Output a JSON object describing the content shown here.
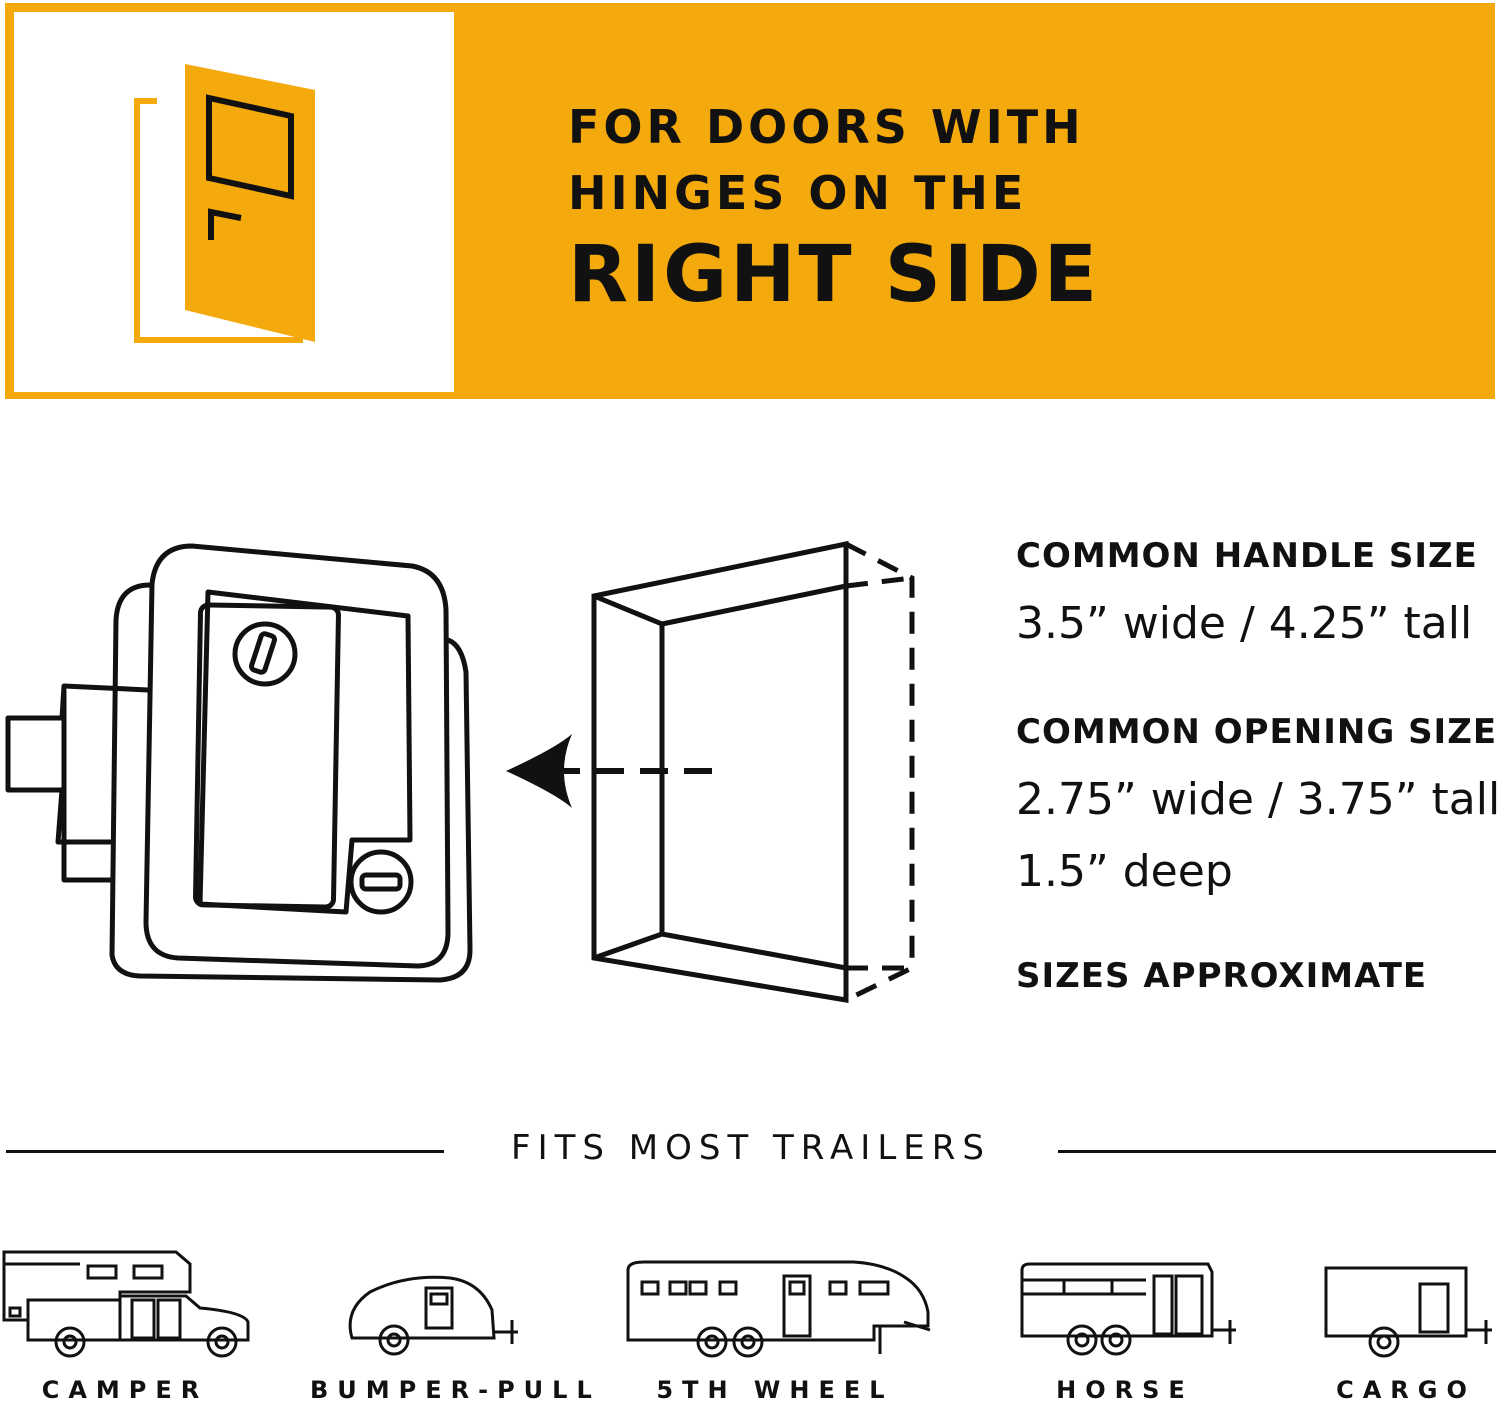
{
  "banner": {
    "line1": "FOR DOORS WITH",
    "line2": "HINGES ON THE",
    "line3": "RIGHT SIDE",
    "accent_color": "#F4A90C",
    "icon": "door-hinge-icon"
  },
  "specs": {
    "handle_heading": "COMMON HANDLE SIZE",
    "handle_value": "3.5” wide / 4.25” tall",
    "opening_heading": "COMMON OPENING SIZE",
    "opening_value": "2.75” wide / 3.75” tall",
    "opening_depth": "1.5” deep",
    "note": "SIZES APPROXIMATE"
  },
  "fits": {
    "title": "FITS MOST TRAILERS",
    "trailers": [
      {
        "label": "CAMPER",
        "icon": "camper-icon"
      },
      {
        "label": "BUMPER-PULL",
        "icon": "bumper-pull-icon"
      },
      {
        "label": "5TH WHEEL",
        "icon": "fifth-wheel-icon"
      },
      {
        "label": "HORSE",
        "icon": "horse-trailer-icon"
      },
      {
        "label": "CARGO",
        "icon": "cargo-trailer-icon"
      }
    ]
  }
}
